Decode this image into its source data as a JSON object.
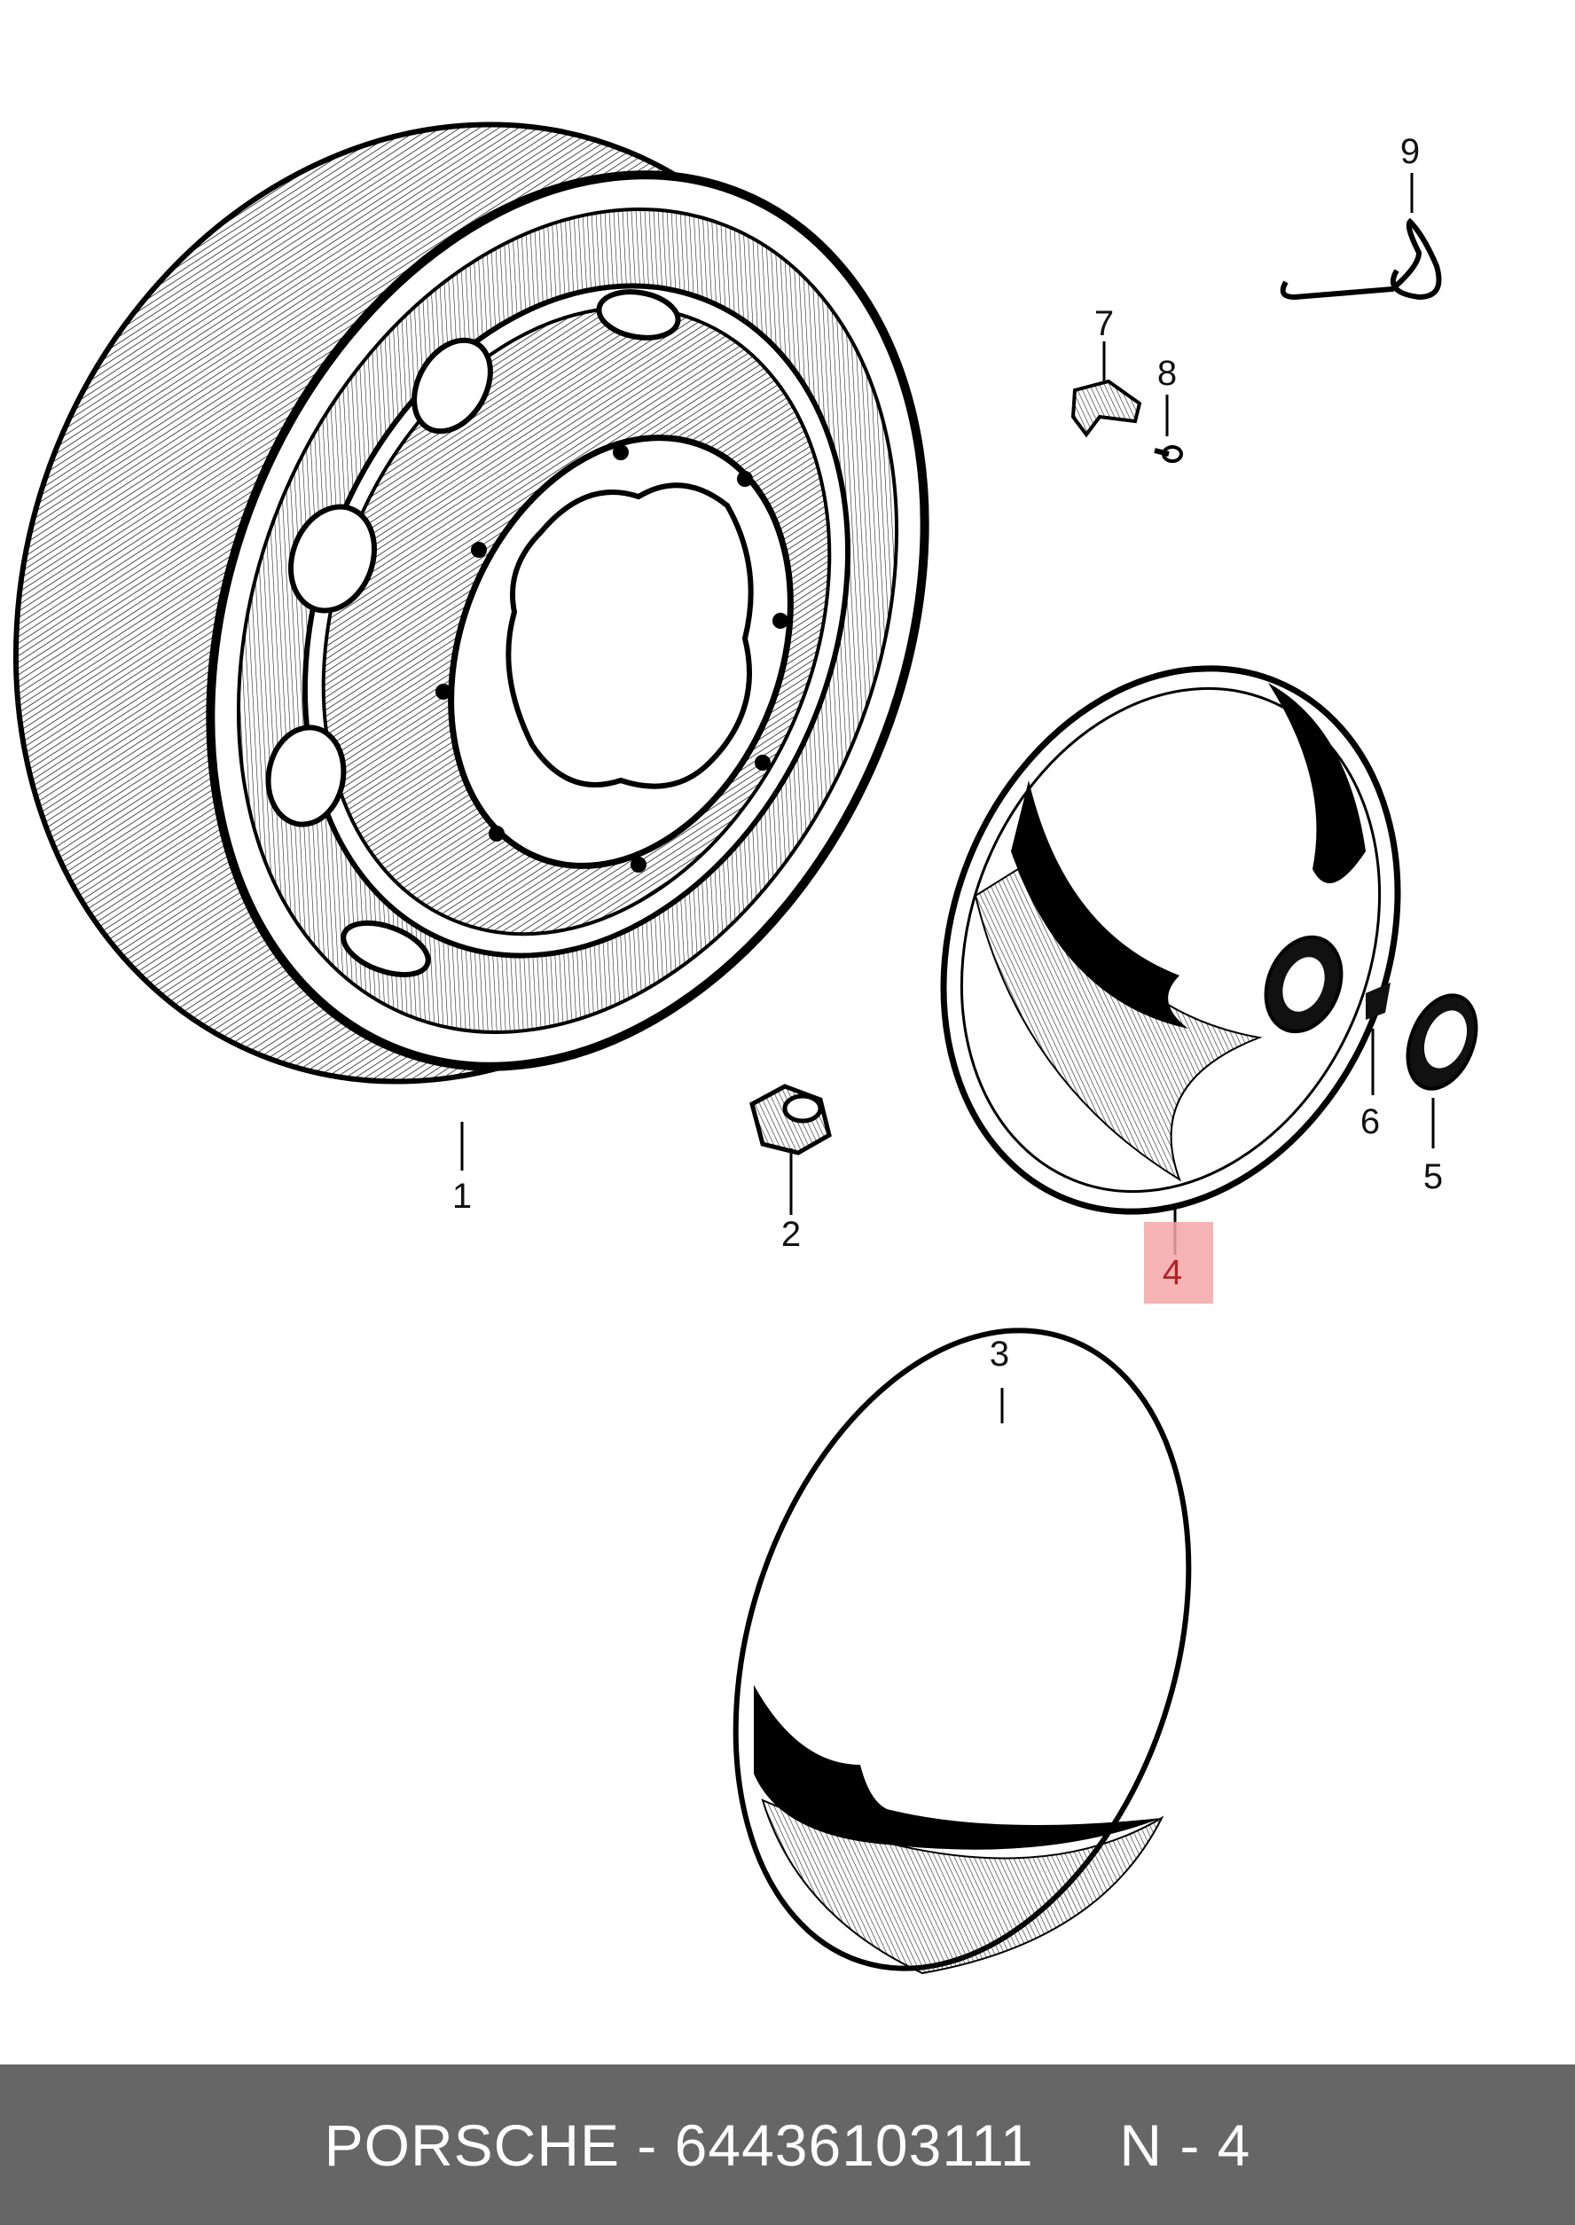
{
  "parts": [
    {
      "number": "1"
    },
    {
      "number": "2"
    },
    {
      "number": "3"
    },
    {
      "number": "4",
      "highlighted": true
    },
    {
      "number": "5"
    },
    {
      "number": "6"
    },
    {
      "number": "7"
    },
    {
      "number": "8"
    },
    {
      "number": "9"
    }
  ],
  "highlight_color": "#f4a6a6",
  "footer": {
    "text": "PORSCHE - 64436103111     N - 4",
    "background": "#666666"
  }
}
